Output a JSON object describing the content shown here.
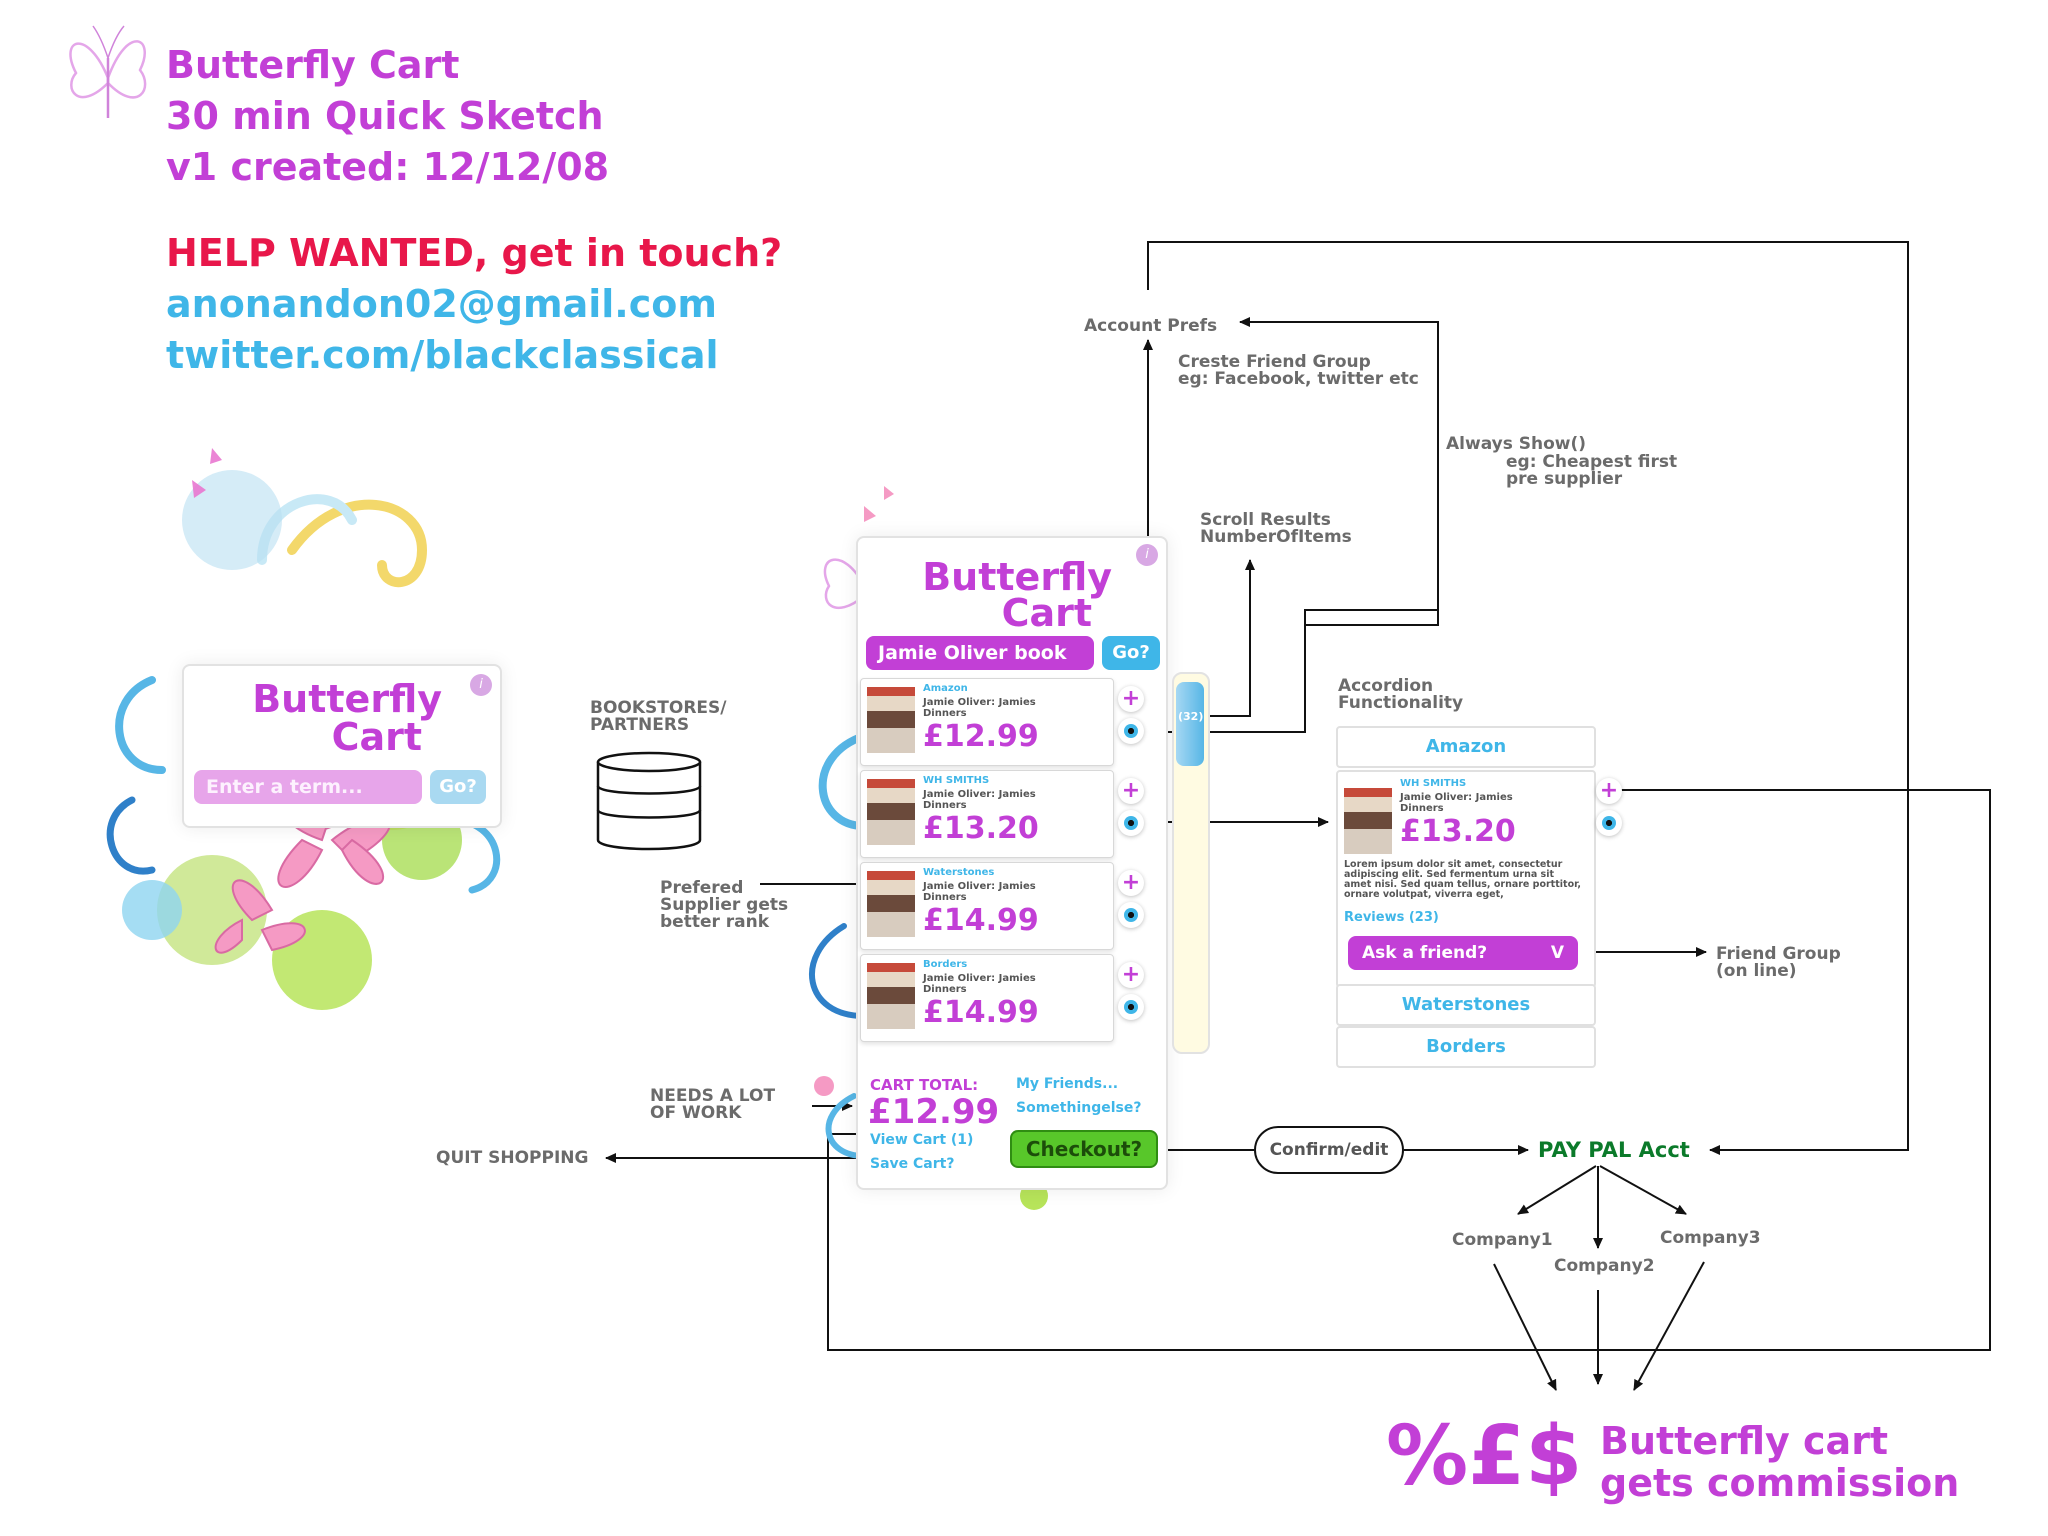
{
  "header": {
    "line1": "Butterfly Cart",
    "line2": "30 min Quick Sketch",
    "line3": "v1 created: 12/12/08",
    "help": "HELP WANTED, get in touch?",
    "email": "anonandon02@gmail.com",
    "twitter": "twitter.com/blackclassical"
  },
  "widget_small": {
    "logo_line1": "Butterfly",
    "logo_line2": "Cart",
    "search_placeholder": "Enter a term...",
    "go": "Go?",
    "info": "i"
  },
  "widget_main": {
    "logo_line1": "Butterfly",
    "logo_line2": "Cart",
    "search_value": "Jamie Oliver book",
    "go": "Go?",
    "info": "i",
    "scroll_count": "(32)",
    "results": [
      {
        "supplier": "Amazon",
        "title": "Jamie Oliver: Jamies Dinners",
        "price": "£12.99"
      },
      {
        "supplier": "WH SMITHS",
        "title": "Jamie Oliver: Jamies Dinners",
        "price": "£13.20"
      },
      {
        "supplier": "Waterstones",
        "title": "Jamie Oliver: Jamies Dinners",
        "price": "£14.99"
      },
      {
        "supplier": "Borders",
        "title": "Jamie Oliver: Jamies Dinners",
        "price": "£14.99"
      }
    ],
    "cart_total_label": "CART TOTAL:",
    "cart_total": "£12.99",
    "my_friends": "My Friends...",
    "something_else": "Somethingelse?",
    "view_cart": "View Cart (1)",
    "save_cart": "Save Cart?",
    "checkout": "Checkout?"
  },
  "accordion": {
    "heading": "Accordion\nFunctionality",
    "items": [
      "Amazon",
      "Waterstones",
      "Borders"
    ],
    "open": {
      "supplier": "WH SMITHS",
      "title": "Jamie Oliver: Jamies Dinners",
      "price": "£13.20",
      "lorem": "Lorem ipsum dolor sit amet, consectetur adipiscing elit. Sed fermentum urna sit amet nisi. Sed quam tellus, ornare porttitor, ornare volutpat, viverra eget,",
      "reviews": "Reviews (23)",
      "ask": "Ask a friend?",
      "ask_chevron": "V"
    }
  },
  "labels": {
    "bookstores": "BOOKSTORES/\nPARTNERS",
    "account_prefs": "Account Prefs",
    "create_group": "Creste Friend Group\neg: Facebook, twitter etc",
    "always_show": "Always Show()",
    "always_show_eg": "eg: Cheapest first\npre supplier",
    "scroll_results": "Scroll Results\nNumberOfItems",
    "preferred": "Prefered\nSupplier gets\nbetter rank",
    "needs_work": "NEEDS A LOT\nOF WORK",
    "quit": "QUIT SHOPPING",
    "confirm": "Confirm/edit",
    "paypal": "PAY PAL Acct",
    "company1": "Company1",
    "company2": "Company2",
    "company3": "Company3",
    "friend_group": "Friend Group\n(on line)"
  },
  "footer": {
    "symbols": "%£$",
    "line1": "Butterfly cart",
    "line2": "gets commission"
  },
  "colors": {
    "purple": "#c23fd6",
    "red": "#e8174a",
    "blue": "#3fb6e8",
    "green": "#4fc21e",
    "paypal": "#0b7a2a",
    "gray": "#6b6b6b"
  }
}
